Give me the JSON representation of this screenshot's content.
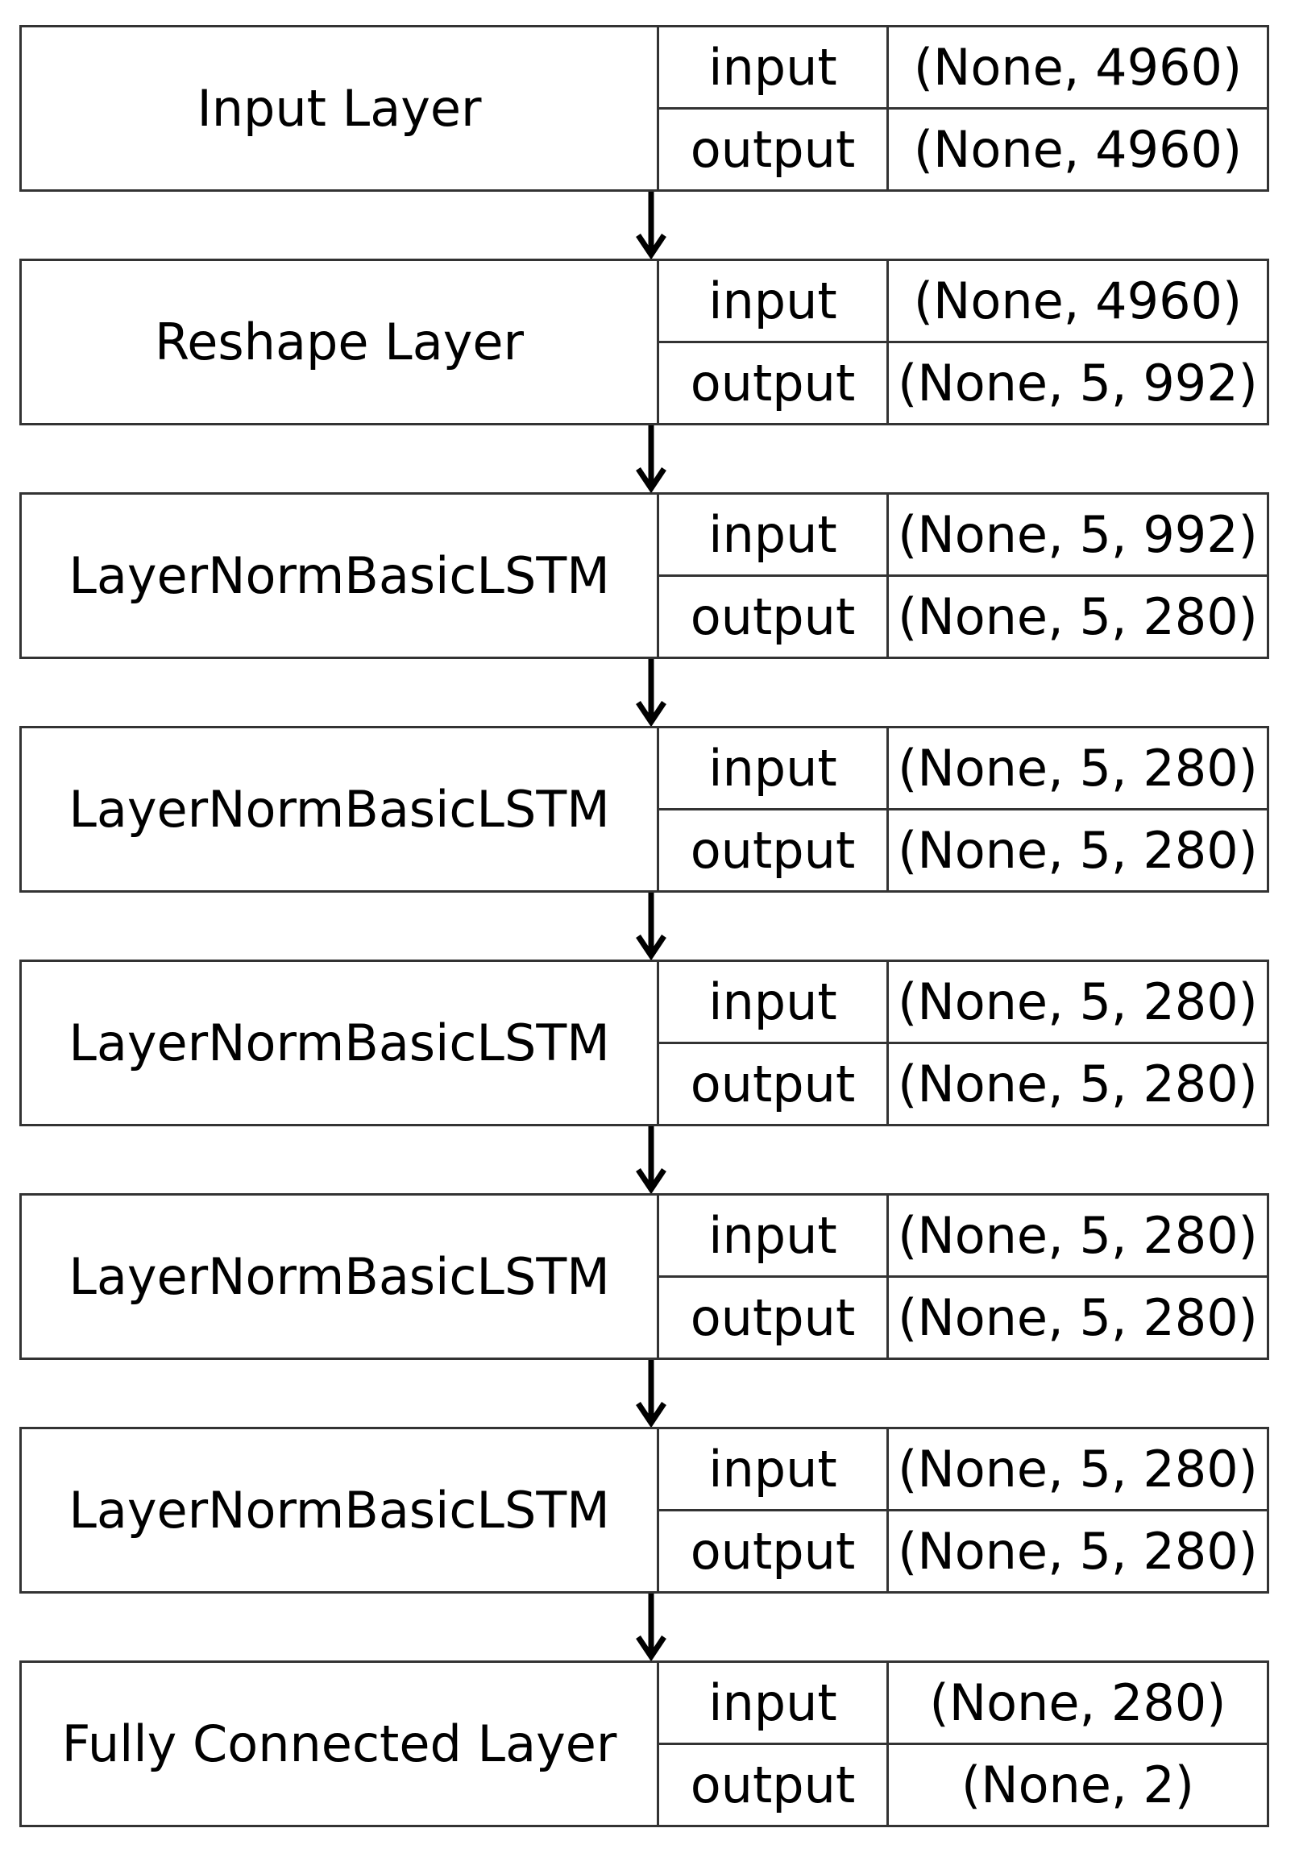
{
  "layers": [
    {
      "name": "Input Layer",
      "input_label": "input",
      "input_shape": "(None, 4960)",
      "output_label": "output",
      "output_shape": "(None, 4960)"
    },
    {
      "name": "Reshape Layer",
      "input_label": "input",
      "input_shape": "(None, 4960)",
      "output_label": "output",
      "output_shape": "(None, 5, 992)"
    },
    {
      "name": "LayerNormBasicLSTM",
      "input_label": "input",
      "input_shape": "(None, 5, 992)",
      "output_label": "output",
      "output_shape": "(None, 5, 280)"
    },
    {
      "name": "LayerNormBasicLSTM",
      "input_label": "input",
      "input_shape": "(None, 5, 280)",
      "output_label": "output",
      "output_shape": "(None, 5, 280)"
    },
    {
      "name": "LayerNormBasicLSTM",
      "input_label": "input",
      "input_shape": "(None, 5, 280)",
      "output_label": "output",
      "output_shape": "(None, 5, 280)"
    },
    {
      "name": "LayerNormBasicLSTM",
      "input_label": "input",
      "input_shape": "(None, 5, 280)",
      "output_label": "output",
      "output_shape": "(None, 5, 280)"
    },
    {
      "name": "LayerNormBasicLSTM",
      "input_label": "input",
      "input_shape": "(None, 5, 280)",
      "output_label": "output",
      "output_shape": "(None, 5, 280)"
    },
    {
      "name": "Fully Connected Layer",
      "input_label": "input",
      "input_shape": "(None, 280)",
      "output_label": "output",
      "output_shape": "(None, 2)"
    }
  ],
  "colors": {
    "border": "#333333",
    "text": "#000000",
    "arrow": "#000000",
    "background": "#ffffff"
  }
}
